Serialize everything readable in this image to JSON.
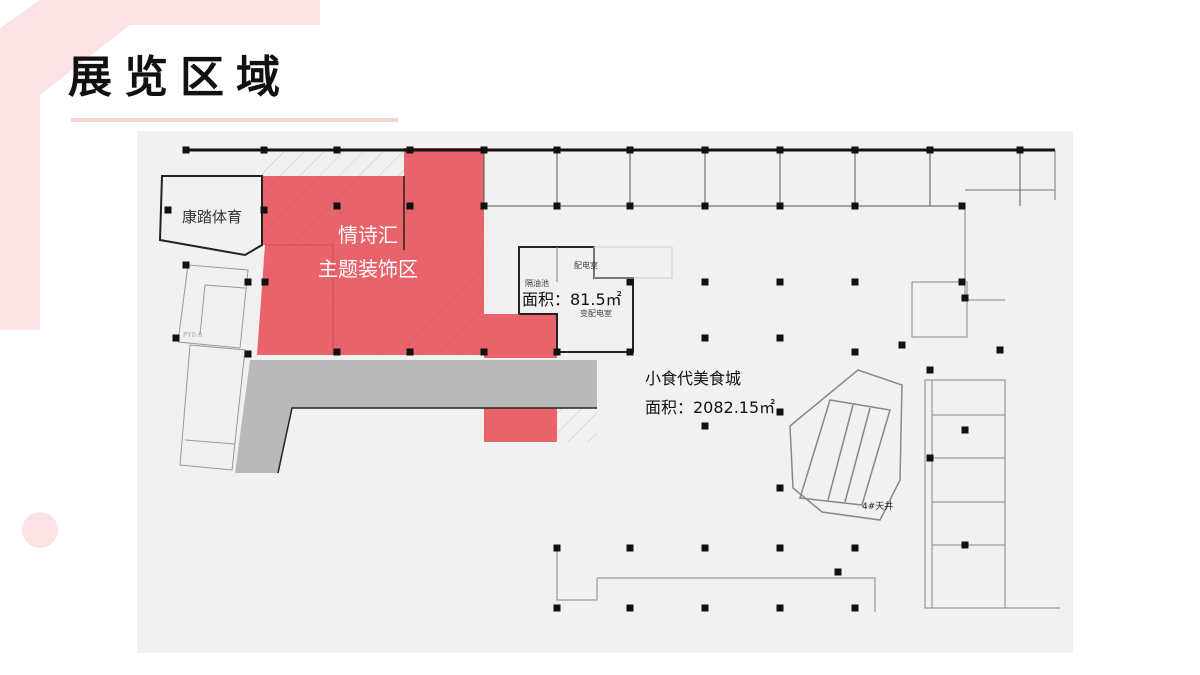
{
  "slide": {
    "title": "展览区域"
  },
  "colors": {
    "accent": "#e9636b",
    "accent_light": "#fbe3e5",
    "corridor": "#b9b9b9",
    "plan_bg": "#f1f1f1"
  },
  "plan": {
    "zones": {
      "kanglu": "康踏体育",
      "exhibit_line1": "情诗汇",
      "exhibit_line2": "主题装饰区",
      "substation_area": "面积：81.5㎡",
      "distribution_room": "配电室",
      "grease_trap": "隔油池",
      "substation_room": "变配电室",
      "food_court_name": "小食代美食城",
      "food_court_area": "面积：2082.15㎡",
      "atrium": "4#天井",
      "py_label": "PY0.6"
    }
  }
}
